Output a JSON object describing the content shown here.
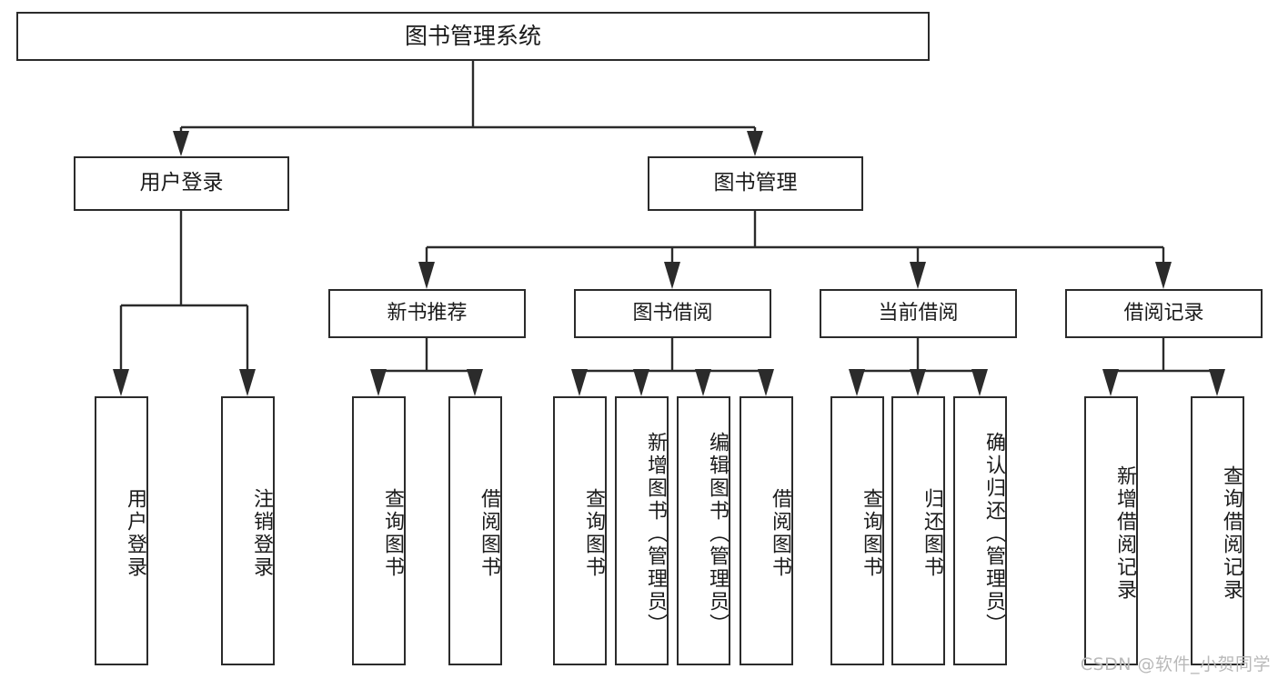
{
  "diagram": {
    "title": "图书管理系统",
    "type": "功能结构图",
    "stroke_color": "#2b2b2b",
    "fill_color": "#ffffff",
    "text_color": "#1b1b1b",
    "watermark": "CSDN @软件_小贺同学",
    "watermark_color": "#b9b9b9"
  },
  "root": {
    "label": "图书管理系统"
  },
  "level2": [
    {
      "label": "用户登录"
    },
    {
      "label": "图书管理"
    }
  ],
  "level3": [
    {
      "label": "新书推荐"
    },
    {
      "label": "图书借阅"
    },
    {
      "label": "当前借阅"
    },
    {
      "label": "借阅记录"
    }
  ],
  "leaves": {
    "user_login": [
      {
        "label": "用户登录"
      },
      {
        "label": "注销登录"
      }
    ],
    "new_book": [
      {
        "label": "查询图书"
      },
      {
        "label": "借阅图书"
      }
    ],
    "book_borrow": [
      {
        "label": "查询图书"
      },
      {
        "label": "新增图书（管理员）"
      },
      {
        "label": "编辑图书（管理员）"
      },
      {
        "label": "借阅图书"
      }
    ],
    "current_borrow": [
      {
        "label": "查询图书"
      },
      {
        "label": "归还图书"
      },
      {
        "label": "确认归还（管理员）"
      }
    ],
    "borrow_record": [
      {
        "label": "新增借阅记录"
      },
      {
        "label": "查询借阅记录"
      }
    ]
  }
}
